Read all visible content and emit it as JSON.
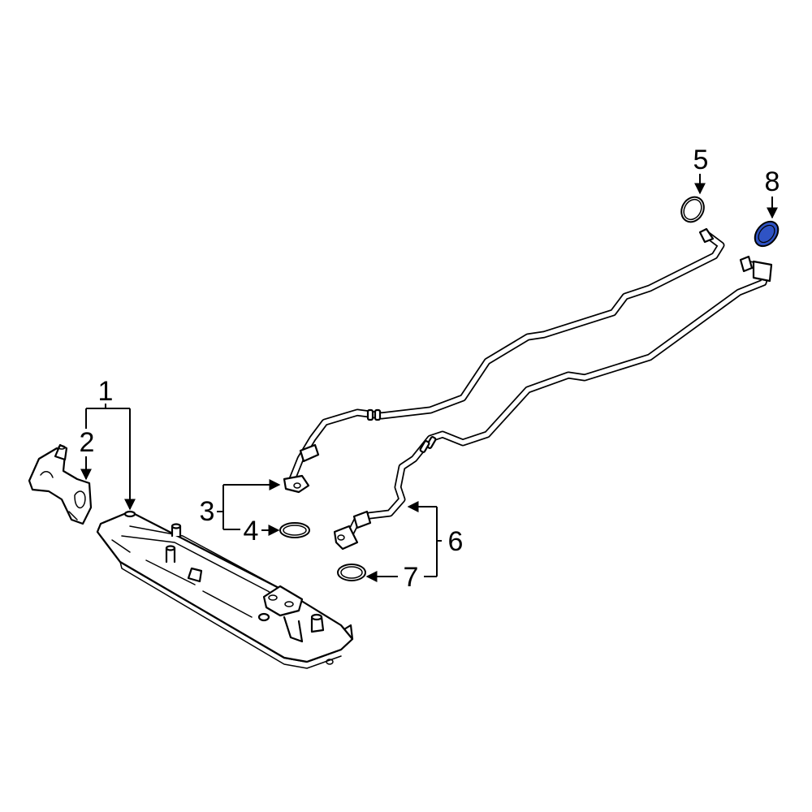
{
  "diagram": {
    "highlight_color": "#2f53c4",
    "callouts": [
      {
        "id": "1",
        "label": "1"
      },
      {
        "id": "2",
        "label": "2"
      },
      {
        "id": "3",
        "label": "3"
      },
      {
        "id": "4",
        "label": "4"
      },
      {
        "id": "5",
        "label": "5"
      },
      {
        "id": "6",
        "label": "6"
      },
      {
        "id": "7",
        "label": "7"
      },
      {
        "id": "8",
        "label": "8"
      }
    ],
    "parts": [
      {
        "callout": "1",
        "icon": "oil-cooler-icon"
      },
      {
        "callout": "2",
        "icon": "bracket-icon"
      },
      {
        "callout": "3",
        "icon": "cooler-line-icon"
      },
      {
        "callout": "4",
        "icon": "o-ring-icon"
      },
      {
        "callout": "5",
        "icon": "o-ring-icon"
      },
      {
        "callout": "6",
        "icon": "cooler-line-icon"
      },
      {
        "callout": "7",
        "icon": "o-ring-icon"
      },
      {
        "callout": "8",
        "icon": "seal-ring-icon",
        "highlighted": true
      }
    ]
  }
}
